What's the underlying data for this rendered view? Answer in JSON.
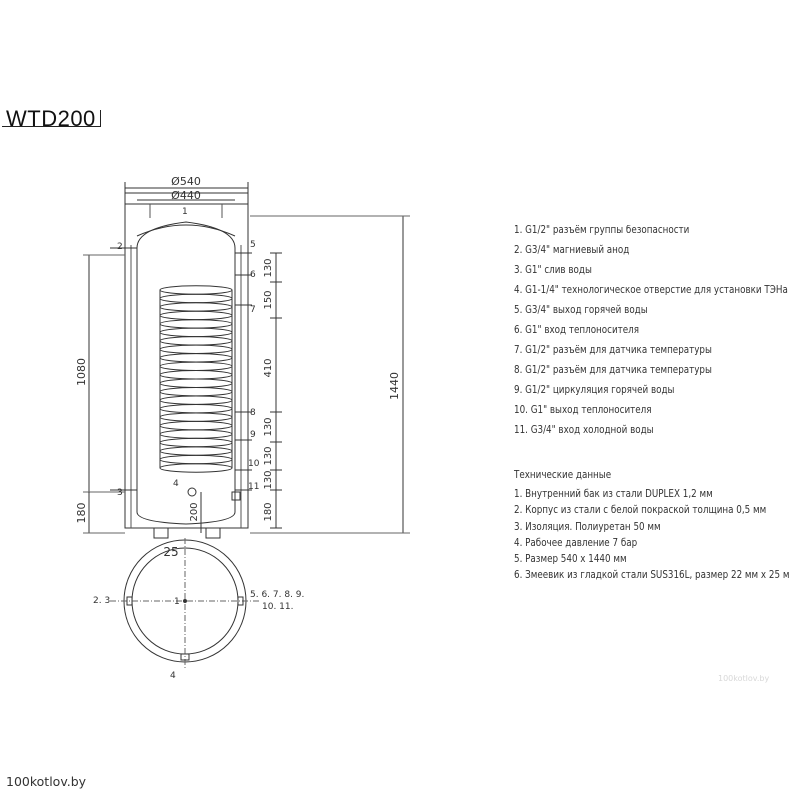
{
  "model_title": "WTD200",
  "dimensions": {
    "outer_diameter": "Ø540",
    "inner_diameter": "Ø440",
    "total_height": "1440",
    "coil_zone_height": "1080",
    "bottom_offset_left": "180",
    "bottom_offset_right": "180",
    "seg_130_a": "130",
    "seg_150": "150",
    "seg_410": "410",
    "seg_130_b": "130",
    "seg_130_c": "130",
    "seg_130_d": "130",
    "port4_height": "200",
    "leg_width": "25"
  },
  "port_labels": {
    "p1": "1",
    "p2": "2",
    "p3": "3",
    "p4": "4",
    "p5": "5",
    "p6": "6",
    "p7": "7",
    "p8": "8",
    "p9": "9",
    "p10": "10",
    "p11": "11"
  },
  "plan_view_labels": {
    "left": "2. 3",
    "center": "1",
    "right_line1": "5. 6. 7. 8. 9.",
    "right_line2": "10. 11.",
    "bottom": "4"
  },
  "legend": [
    "1. G1/2\" разъём группы безопасности",
    "2. G3/4\" магниевый анод",
    "3. G1\" слив воды",
    "4. G1-1/4\" технологическое отверстие для установки ТЭНа",
    "5. G3/4\" выход горячей воды",
    "6. G1\" вход теплоносителя",
    "7. G1/2\" разъём для датчика температуры",
    "8. G1/2\" разъём для датчика температуры",
    "9. G1/2\" циркуляция горячей воды",
    "10. G1\" выход теплоносителя",
    "11. G3/4\" вход холодной воды"
  ],
  "tech_data": {
    "heading": "Технические данные",
    "items": [
      "1. Внутренний бак из стали DUPLEX 1,2 мм",
      "2. Корпус из стали с белой покраской толщина 0,5 мм",
      "3. Изоляция. Полиуретан 50 мм",
      "4. Рабочее давление 7 бар",
      "5. Размер 540 x 1440 мм",
      "6. Змеевик из гладкой стали SUS316L, размер 22 мм x 25 м"
    ]
  },
  "watermark_small": "100kotlov.by",
  "watermark_site": "100kotlov.by"
}
